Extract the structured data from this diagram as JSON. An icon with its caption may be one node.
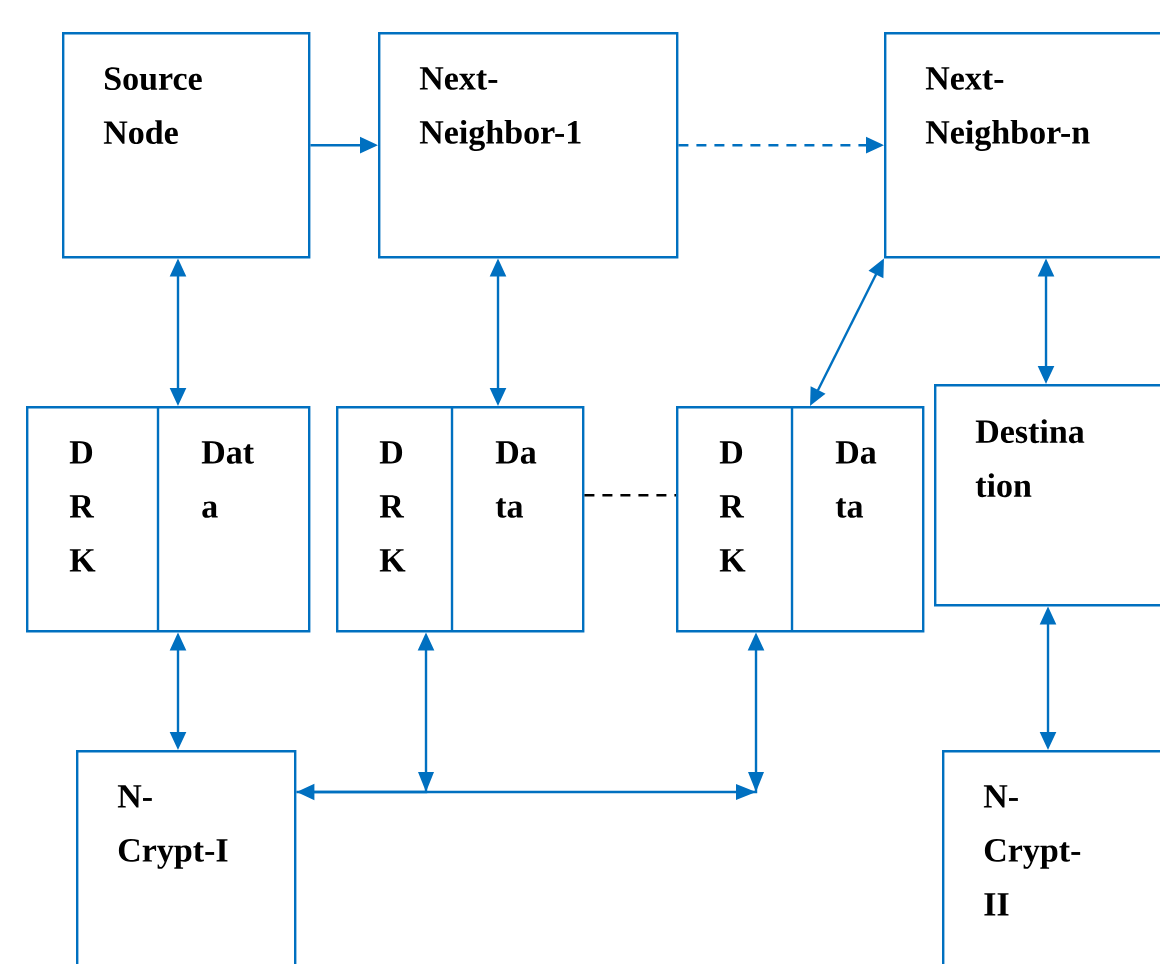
{
  "diagram": {
    "nodes": [
      {
        "text": [
          "Source Node"
        ]
      },
      {
        "text": [
          "Next- Neighbor-1"
        ]
      },
      {
        "text": [
          "Next- Neighbor-n"
        ]
      },
      {
        "text": [
          "D R K",
          "Dat a"
        ]
      },
      {
        "text": [
          "D R K",
          "Da ta"
        ]
      },
      {
        "text": [
          "D R K",
          "Da ta"
        ]
      },
      {
        "text": [
          "Destina tion"
        ]
      },
      {
        "text": [
          "N- Crypt-I"
        ]
      },
      {
        "text": [
          "N- Crypt- II"
        ]
      }
    ],
    "edges": [
      {
        "from": 0,
        "to": 1,
        "arrow": "to"
      },
      {
        "from": 1,
        "to": 2,
        "arrow": "to",
        "style": "dashed"
      },
      {
        "from": 0,
        "to": 3,
        "arrow": "both"
      },
      {
        "from": 1,
        "to": 4,
        "arrow": "both"
      },
      {
        "from": 2,
        "to": 5,
        "arrow": "both"
      },
      {
        "from": 2,
        "to": 6,
        "arrow": "both"
      },
      {
        "from": 4,
        "to": 5,
        "arrow": "none",
        "style": "dashed",
        "color": "#000000"
      },
      {
        "from": 3,
        "to": 7,
        "arrow": "both"
      },
      {
        "from": 7,
        "to": 4,
        "arrow": "to"
      },
      {
        "from": 5,
        "to": 7,
        "arrow": "both"
      },
      {
        "from": 6,
        "to": 8,
        "arrow": "both"
      }
    ]
  }
}
